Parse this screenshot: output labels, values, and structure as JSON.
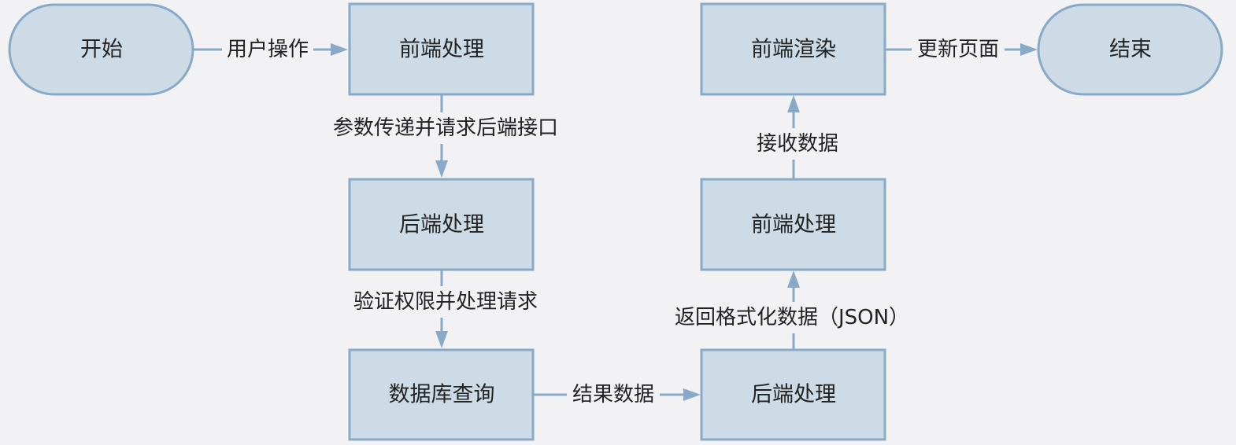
{
  "flowchart": {
    "nodes": {
      "start": "开始",
      "frontend_process_1": "前端处理",
      "backend_process_1": "后端处理",
      "db_query": "数据库查询",
      "backend_process_2": "后端处理",
      "frontend_process_2": "前端处理",
      "frontend_render": "前端渲染",
      "end": "结束"
    },
    "edges": {
      "user_action": "用户操作",
      "pass_params": "参数传递并请求后端接口",
      "validate": "验证权限并处理请求",
      "result_data": "结果数据",
      "return_json": "返回格式化数据（JSON）",
      "receive_data": "接收数据",
      "update_page": "更新页面"
    }
  },
  "colors": {
    "node_fill": "#ccdbe6",
    "node_stroke": "#88aac8",
    "background": "#f2f2f5",
    "text": "#222222"
  }
}
